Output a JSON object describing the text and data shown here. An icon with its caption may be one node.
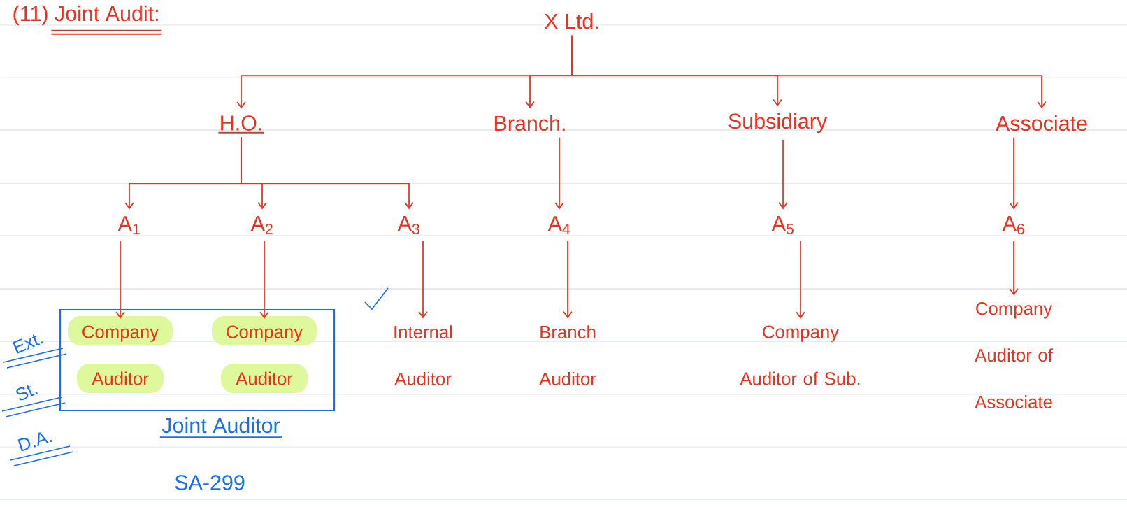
{
  "diagram": {
    "title": "(11) Joint Audit:",
    "nodes": [
      {
        "text": [
          "X Ltd."
        ]
      },
      {
        "text": [
          "H.O."
        ]
      },
      {
        "text": [
          "Branch."
        ]
      },
      {
        "text": [
          "Subsidiary"
        ]
      },
      {
        "text": [
          "Associate"
        ]
      },
      {
        "text": [
          "A$_{1}$"
        ]
      },
      {
        "text": [
          "A$_{2}$"
        ]
      },
      {
        "text": [
          "A$_{3}$"
        ]
      },
      {
        "text": [
          "A$_{4}$"
        ]
      },
      {
        "text": [
          "A$_{5}$"
        ]
      },
      {
        "text": [
          "A$_{6}$"
        ]
      },
      {
        "text": [],
        "shape": "box",
        "beside": [
          "Joint Auditor",
          "SA-299"
        ]
      },
      {
        "text": [
          "Company Auditor"
        ],
        "in": 11
      },
      {
        "text": [
          "Company Auditor"
        ],
        "in": 11
      },
      {
        "text": [
          "Internal Auditor"
        ]
      },
      {
        "text": [
          "Branch Auditor"
        ]
      },
      {
        "text": [
          "Company Auditor of Sub."
        ]
      },
      {
        "text": [
          "Company Auditor of Associate"
        ]
      }
    ],
    "edges": [
      {
        "from": 0,
        "to": 1,
        "arrow": "to"
      },
      {
        "from": 0,
        "to": 2,
        "arrow": "to"
      },
      {
        "from": 0,
        "to": 3,
        "arrow": "to"
      },
      {
        "from": 0,
        "to": 4,
        "arrow": "to"
      },
      {
        "from": 1,
        "to": 5,
        "arrow": "to"
      },
      {
        "from": 1,
        "to": 6,
        "arrow": "to"
      },
      {
        "from": 1,
        "to": 7,
        "arrow": "to"
      },
      {
        "from": 2,
        "to": 8,
        "arrow": "to"
      },
      {
        "from": 3,
        "to": 9,
        "arrow": "to"
      },
      {
        "from": 4,
        "to": 10,
        "arrow": "to"
      },
      {
        "from": 5,
        "to": 12,
        "arrow": "to"
      },
      {
        "from": 6,
        "to": 13,
        "arrow": "to"
      },
      {
        "from": 7,
        "to": 14,
        "arrow": "to"
      },
      {
        "from": 8,
        "to": 15,
        "arrow": "to"
      },
      {
        "from": 9,
        "to": 16,
        "arrow": "to"
      },
      {
        "from": 10,
        "to": 17,
        "arrow": "to"
      }
    ],
    "labels": [
      "Ext.",
      "St.",
      "D.A."
    ]
  }
}
